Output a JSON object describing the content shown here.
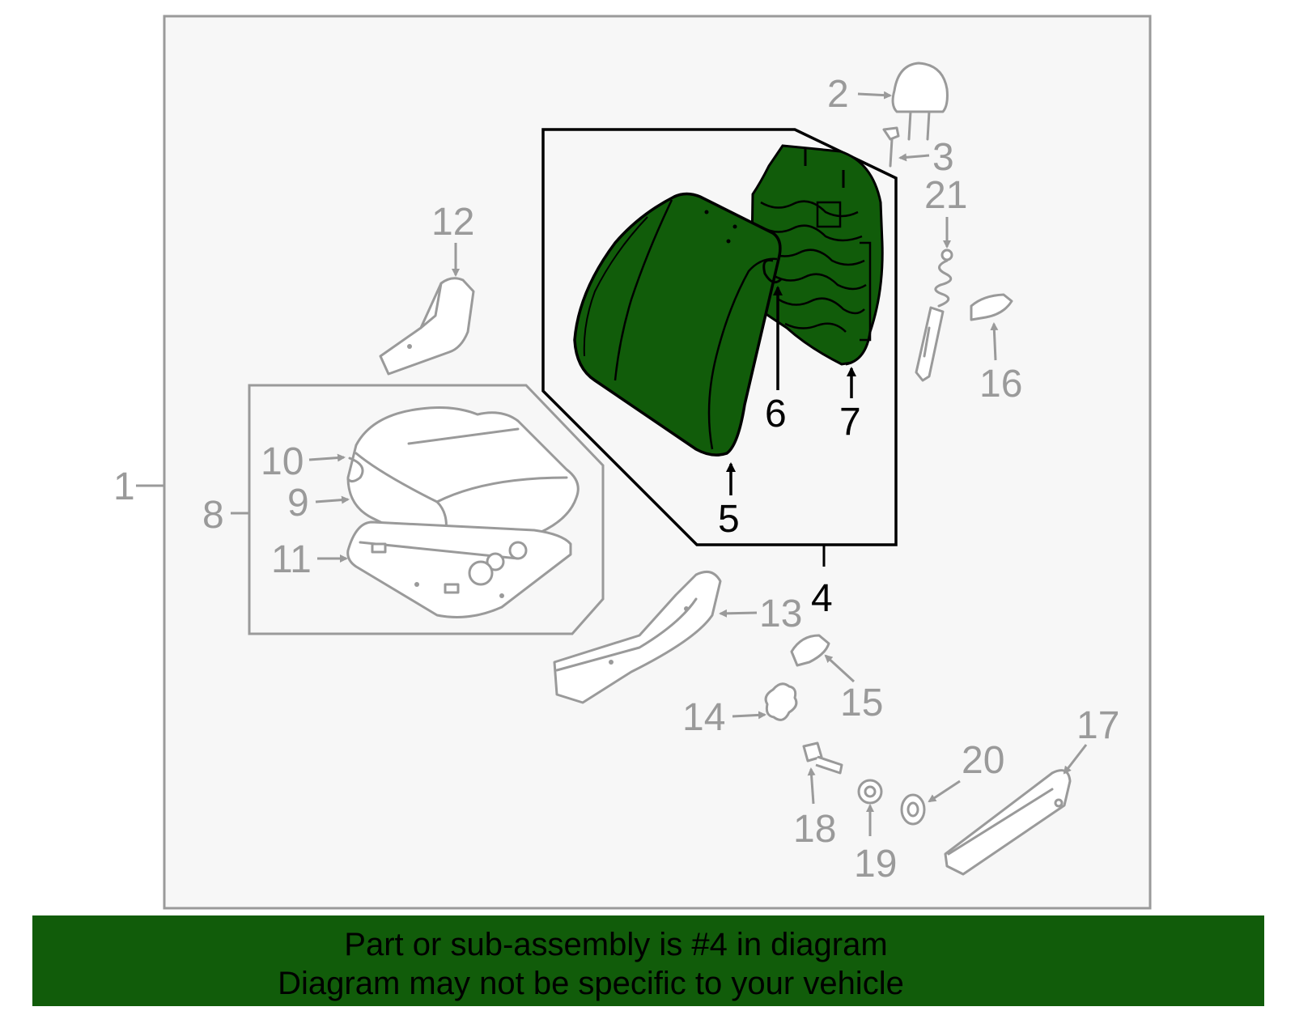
{
  "callouts": {
    "c1": "1",
    "c2": "2",
    "c3": "3",
    "c4": "4",
    "c5": "5",
    "c6": "6",
    "c7": "7",
    "c8": "8",
    "c9": "9",
    "c10": "10",
    "c11": "11",
    "c12": "12",
    "c13": "13",
    "c14": "14",
    "c15": "15",
    "c16": "16",
    "c17": "17",
    "c18": "18",
    "c19": "19",
    "c20": "20",
    "c21": "21"
  },
  "banner": {
    "line1": "Part or sub-assembly is #4 in diagram",
    "line2": "Diagram may not be specific to your vehicle"
  },
  "colors": {
    "highlight": "#115c0a",
    "banner": "#115c0a",
    "part_grey": "#9a9a9a",
    "frame_fill": "#f7f7f7"
  }
}
